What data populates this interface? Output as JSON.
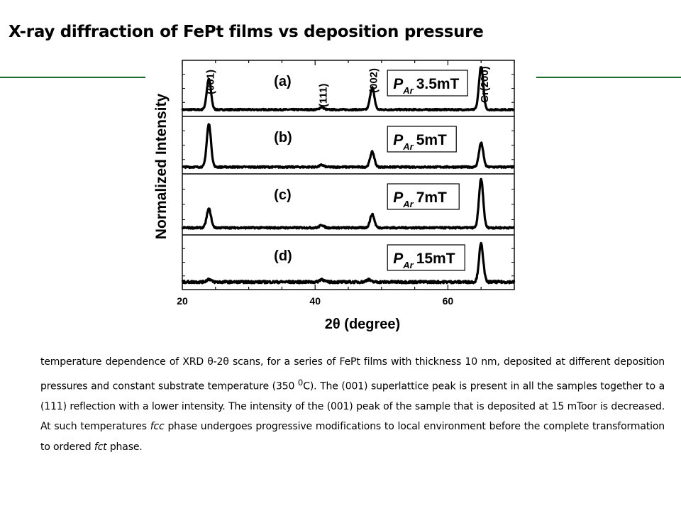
{
  "slide": {
    "title": "X-ray diffraction of FePt films vs deposition pressure",
    "accent_color": "#1b6b2f"
  },
  "chart_data": {
    "type": "line",
    "title": "",
    "xlabel": "2θ (degree)",
    "ylabel": "Normalized Intensity",
    "xlim": [
      20,
      70
    ],
    "xticks": [
      20,
      40,
      60
    ],
    "grid": false,
    "legend": "none",
    "peak_labels": [
      {
        "text": "(001)",
        "x": 24.0
      },
      {
        "text": "(111)",
        "x": 41.0
      },
      {
        "text": "(002)",
        "x": 48.6
      },
      {
        "text": "Cr(200)",
        "x": 65.0
      }
    ],
    "panels": [
      {
        "label": "(a)",
        "pressure_symbol": "P",
        "pressure_subscript": "Ar",
        "pressure_value": "3.5mT",
        "baseline": 0.08,
        "noise": 0.015,
        "peaks": [
          {
            "x": 24.0,
            "height": 0.62
          },
          {
            "x": 41.0,
            "height": 0.05
          },
          {
            "x": 48.6,
            "height": 0.45
          },
          {
            "x": 65.0,
            "height": 0.88
          }
        ]
      },
      {
        "label": "(b)",
        "pressure_symbol": "P",
        "pressure_subscript": "Ar",
        "pressure_value": "5mT",
        "baseline": 0.08,
        "noise": 0.015,
        "peaks": [
          {
            "x": 24.0,
            "height": 0.85
          },
          {
            "x": 41.0,
            "height": 0.04
          },
          {
            "x": 48.6,
            "height": 0.3
          },
          {
            "x": 65.0,
            "height": 0.48
          }
        ]
      },
      {
        "label": "(c)",
        "pressure_symbol": "P",
        "pressure_subscript": "Ar",
        "pressure_value": "7mT",
        "baseline": 0.08,
        "noise": 0.015,
        "peaks": [
          {
            "x": 24.0,
            "height": 0.35
          },
          {
            "x": 41.0,
            "height": 0.05
          },
          {
            "x": 48.6,
            "height": 0.25
          },
          {
            "x": 65.0,
            "height": 0.9
          }
        ]
      },
      {
        "label": "(d)",
        "pressure_symbol": "P",
        "pressure_subscript": "Ar",
        "pressure_value": "15mT",
        "baseline": 0.1,
        "noise": 0.025,
        "peaks": [
          {
            "x": 24.0,
            "height": 0.06
          },
          {
            "x": 41.0,
            "height": 0.06
          },
          {
            "x": 48.0,
            "height": 0.05
          },
          {
            "x": 65.0,
            "height": 0.8
          }
        ]
      }
    ]
  },
  "caption": {
    "text_1": "temperature dependence of XRD θ-2θ scans, for a series of FePt films with thickness 10 nm, deposited at different deposition pressures and constant substrate temperature (350 ",
    "superscript": "0",
    "text_2": "C). The (001) superlattice peak is present in all the samples together to a (111) reflection with a lower intensity. The intensity of the (001) peak of the sample that is deposited at 15 mToor is decreased. At such temperatures ",
    "italic_1": "fcc",
    "text_3": " phase undergoes progressive modifications to local environment before the complete transformation to ordered ",
    "italic_2": "fct",
    "text_4": " phase."
  }
}
